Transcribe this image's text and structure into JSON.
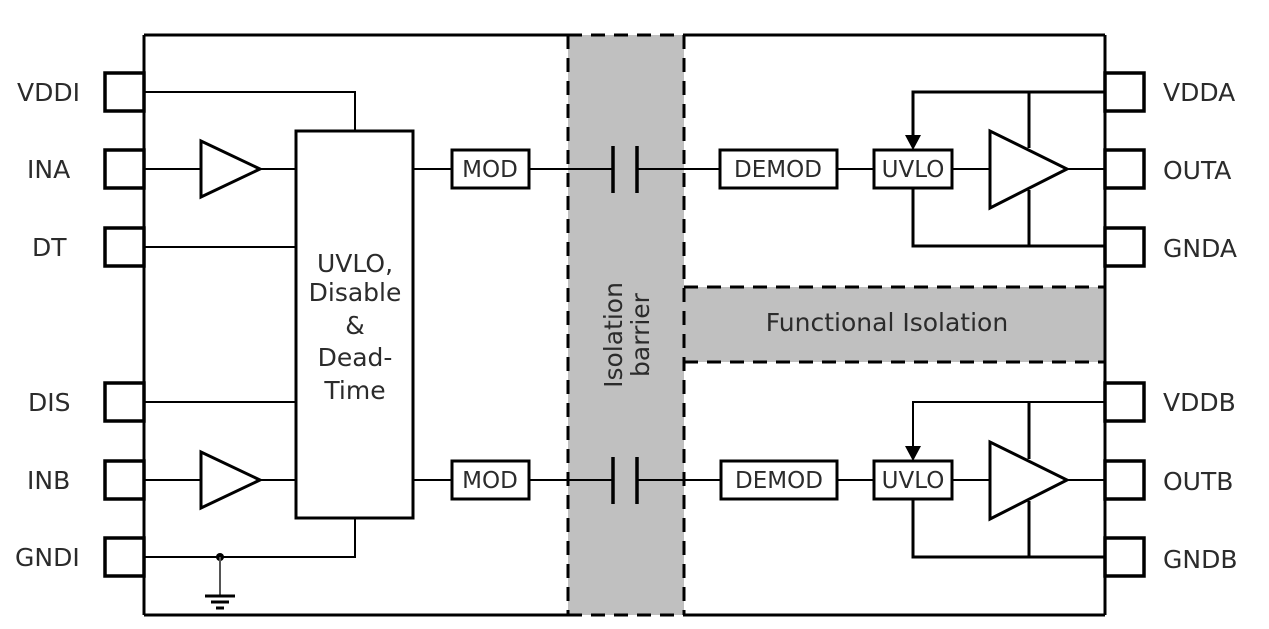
{
  "diagram": {
    "left_pins": [
      {
        "id": "vddi",
        "label": "VDDI"
      },
      {
        "id": "ina",
        "label": "INA"
      },
      {
        "id": "dt",
        "label": "DT"
      },
      {
        "id": "dis",
        "label": "DIS"
      },
      {
        "id": "inb",
        "label": "INB"
      },
      {
        "id": "gndi",
        "label": "GNDI"
      }
    ],
    "right_pins": [
      {
        "id": "vdda",
        "label": "VDDA"
      },
      {
        "id": "outa",
        "label": "OUTA"
      },
      {
        "id": "gnda",
        "label": "GNDA"
      },
      {
        "id": "vddb",
        "label": "VDDB"
      },
      {
        "id": "outb",
        "label": "OUTB"
      },
      {
        "id": "gndb",
        "label": "GNDB"
      }
    ],
    "control_block": {
      "lines": [
        "UVLO,",
        "Disable",
        "&",
        "Dead-",
        "Time"
      ]
    },
    "mod_label": "MOD",
    "demod_label": "DEMOD",
    "uvlo_label": "UVLO",
    "isolation_barrier": {
      "lines": [
        "Isolation",
        "barrier"
      ]
    },
    "functional_isolation": "Functional Isolation",
    "colors": {
      "line": "#000000",
      "shade": "#c0c0c0",
      "text": "#2b2b2b"
    }
  }
}
